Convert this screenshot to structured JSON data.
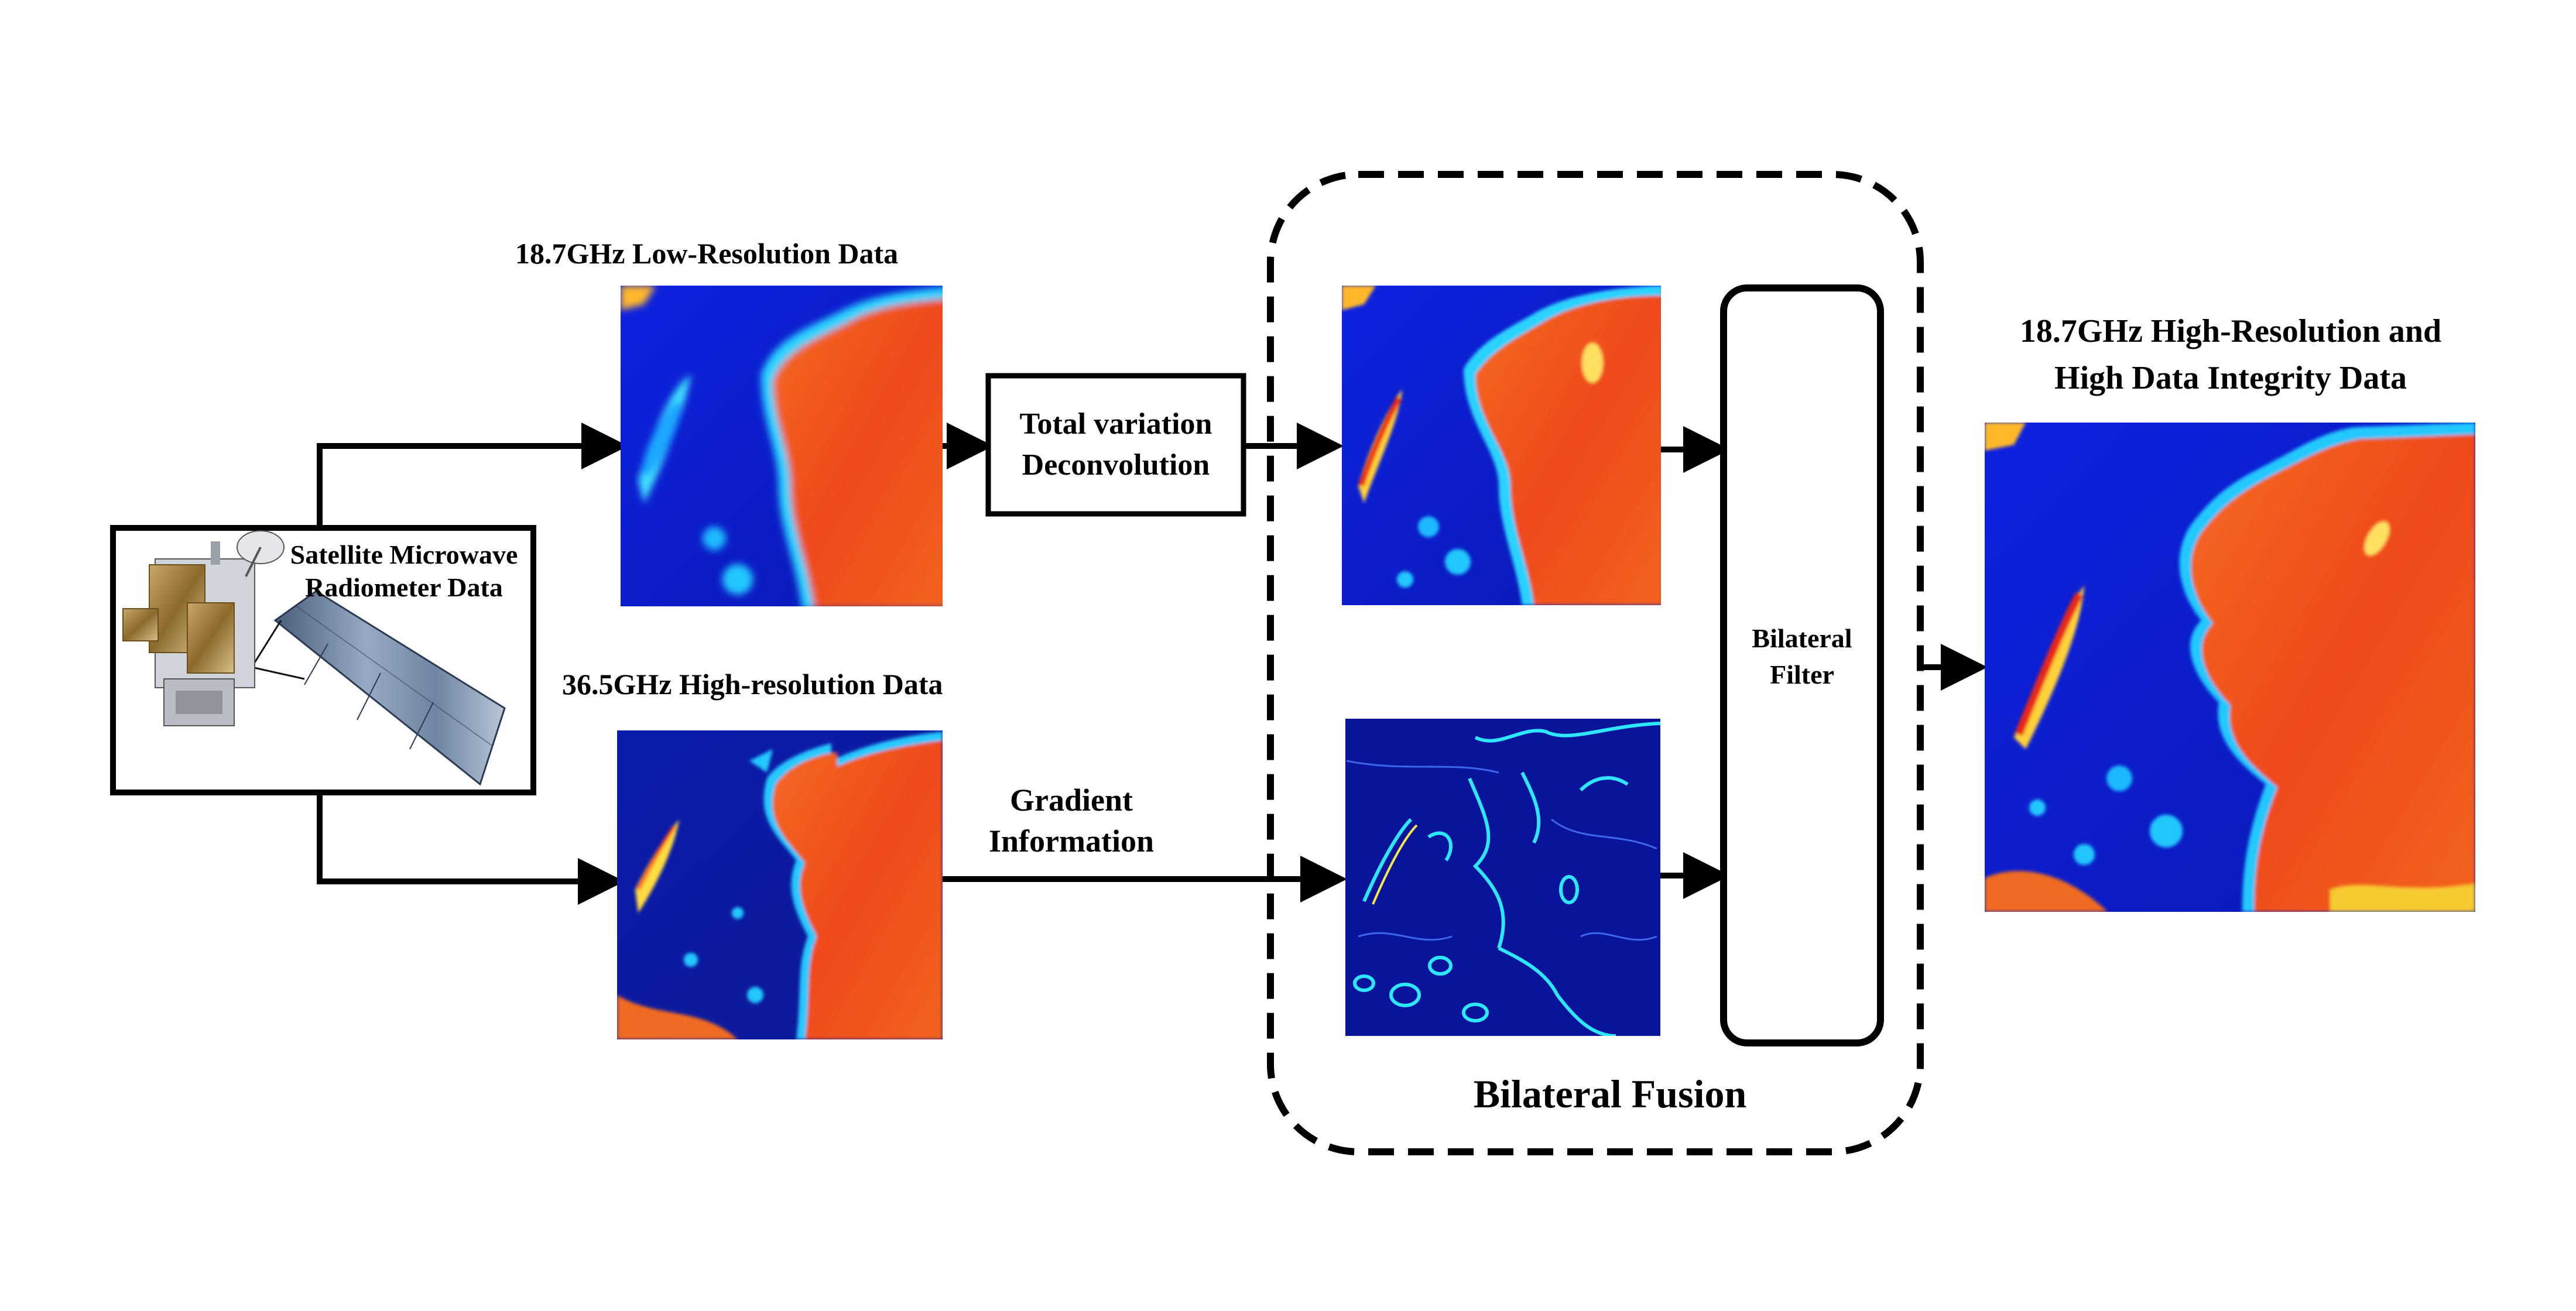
{
  "source": {
    "line1": "Satellite Microwave",
    "line2": "Radiometer Data"
  },
  "low_res": {
    "title": "18.7GHz Low-Resolution Data"
  },
  "high_res": {
    "title": "36.5GHz  High-resolution Data"
  },
  "tv": {
    "line1": "Total variation",
    "line2": "Deconvolution"
  },
  "gradient": {
    "line1": "Gradient",
    "line2": "Information"
  },
  "fusion": {
    "label": "Bilateral Fusion",
    "filter_line1": "Bilateral",
    "filter_line2": "Filter"
  },
  "output": {
    "line1": "18.7GHz High-Resolution  and",
    "line2": "High Data Integrity  Data"
  },
  "colors": {
    "arrow": "#000000",
    "low_blue": "#0b1fd6",
    "deep_blue": "#0a1aa0",
    "warm_red": "#f0521a",
    "warm_orange": "#f47a24",
    "cyan": "#2ee6ff",
    "yellow": "#f4e84a"
  }
}
